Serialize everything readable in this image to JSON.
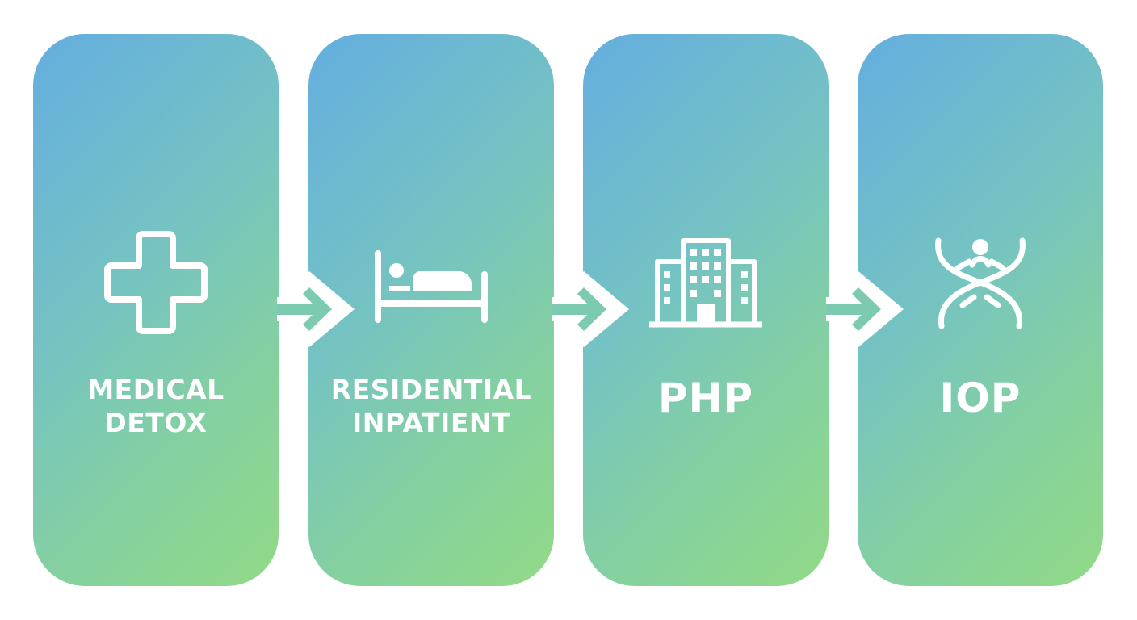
{
  "steps": [
    {
      "icon": "medical-cross-icon",
      "label_line1": "MEDICAL",
      "label_line2": "DETOX"
    },
    {
      "icon": "hospital-bed-icon",
      "label_line1": "RESIDENTIAL",
      "label_line2": "INPATIENT"
    },
    {
      "icon": "building-icon",
      "label": "PHP"
    },
    {
      "icon": "dna-person-icon",
      "label": "IOP"
    }
  ],
  "connectors": [
    "arrow-right-icon",
    "arrow-right-icon",
    "arrow-right-icon"
  ],
  "colors": {
    "gradient_start": "#64aee0",
    "gradient_mid": "#75c3c2",
    "gradient_end": "#92d986",
    "foreground": "#ffffff",
    "background": "#ffffff"
  }
}
